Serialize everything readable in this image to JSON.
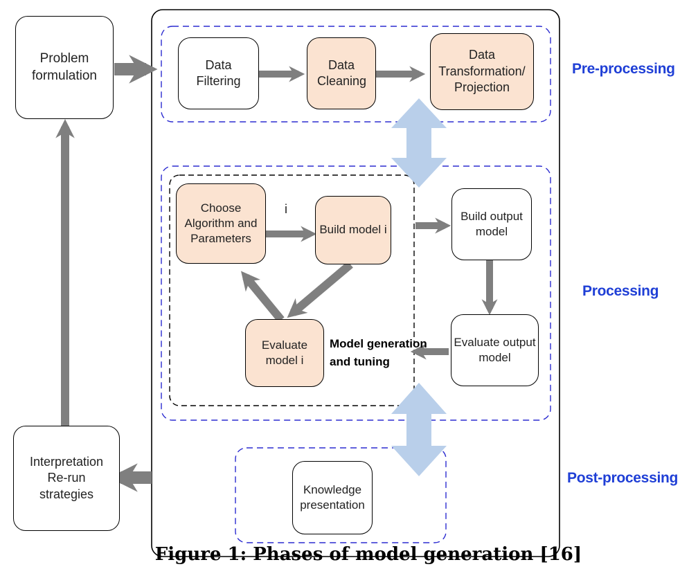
{
  "nodes": {
    "problem_formulation": "Problem formulation",
    "interpretation": "Interpretation Re-run strategies",
    "data_filtering": "Data Filtering",
    "data_cleaning": "Data Cleaning",
    "data_transformation": "Data Transformation/ Projection",
    "choose_algorithm": "Choose Algorithm and Parameters",
    "build_model_i": "Build model i",
    "evaluate_model_i": "Evaluate model i",
    "build_output_model": "Build output model",
    "evaluate_output_model": "Evaluate output model",
    "knowledge_presentation": "Knowledge presentation"
  },
  "labels": {
    "model_generation": "Model generation and tuning",
    "iteration_index": "i"
  },
  "stages": {
    "pre_processing": "Pre-processing",
    "processing": "Processing",
    "post_processing": "Post-processing"
  },
  "caption": "Figure 1: Phases of model generation [16]",
  "colors": {
    "stage_label": "#1f3fd6",
    "dashed_border": "#2b2bd0",
    "peach_fill": "#fbe3d1",
    "arrow_gray": "#7f7f7f",
    "double_arrow": "#b9cfea"
  }
}
